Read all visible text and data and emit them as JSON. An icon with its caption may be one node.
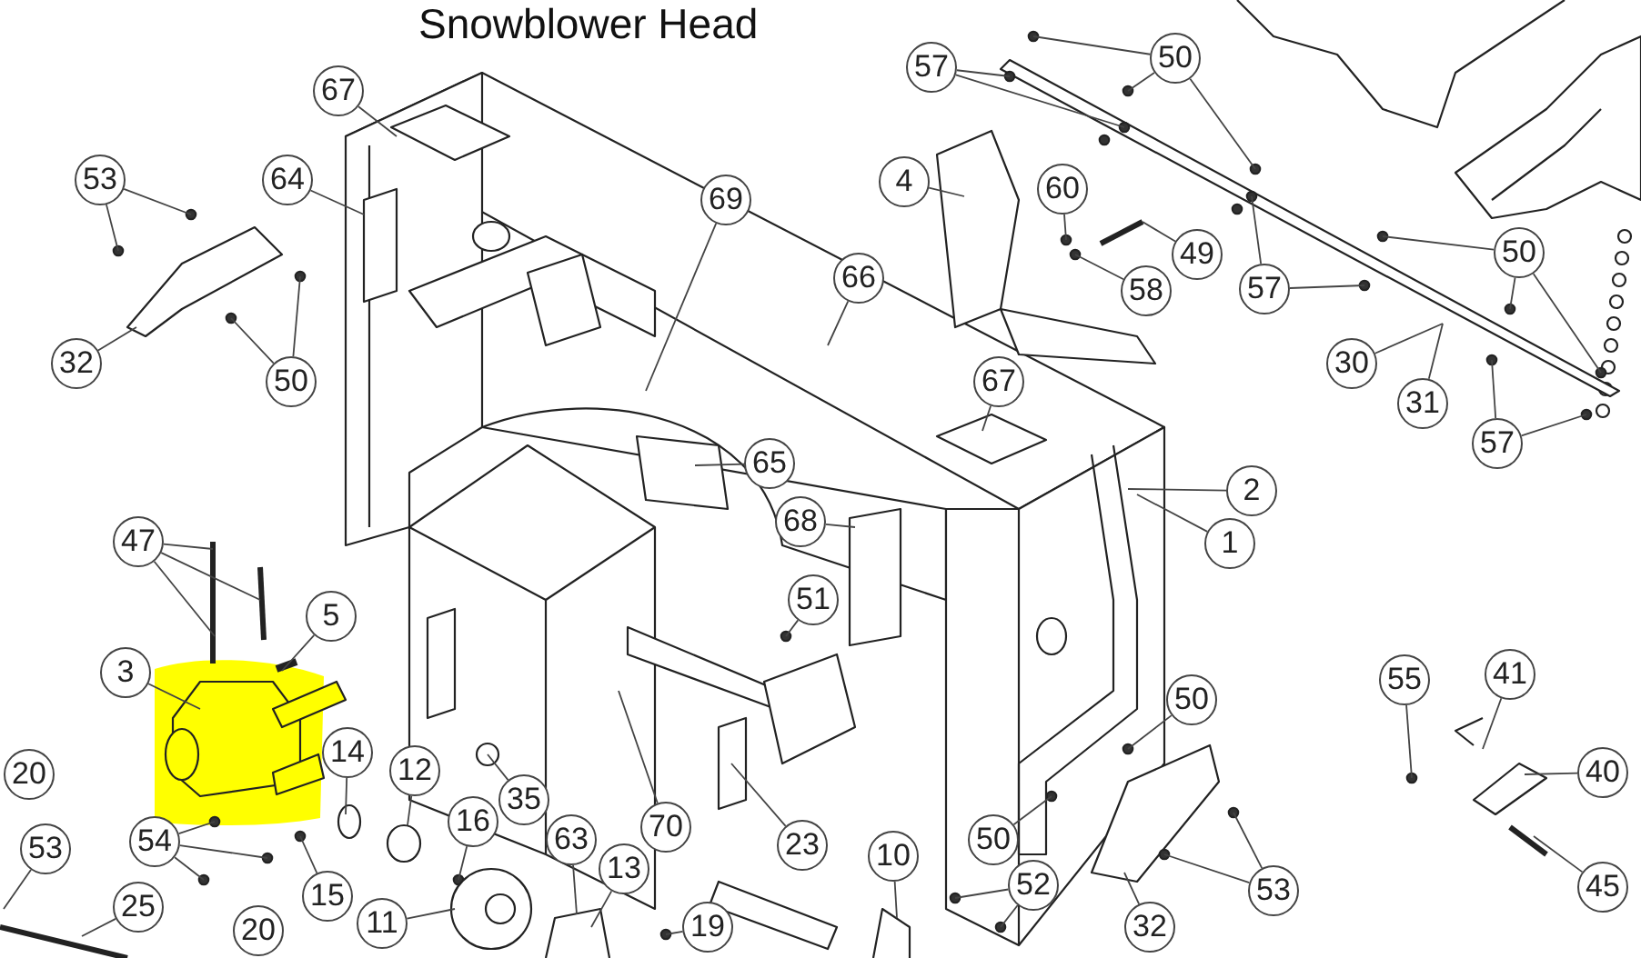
{
  "diagram": {
    "title": "Snowblower Head",
    "nodes": [
      {
        "text": [
          "67"
        ]
      },
      {
        "text": [
          "53"
        ]
      },
      {
        "text": [
          "64"
        ]
      },
      {
        "text": [
          "32"
        ]
      },
      {
        "text": [
          "50"
        ]
      },
      {
        "text": [
          "69"
        ]
      },
      {
        "text": [
          "66"
        ]
      },
      {
        "text": [
          "65"
        ]
      },
      {
        "text": [
          "57"
        ]
      },
      {
        "text": [
          "50"
        ]
      },
      {
        "text": [
          "4"
        ]
      },
      {
        "text": [
          "60"
        ]
      },
      {
        "text": [
          "49"
        ]
      },
      {
        "text": [
          "58"
        ]
      },
      {
        "text": [
          "57"
        ]
      },
      {
        "text": [
          "50"
        ]
      },
      {
        "text": [
          "30"
        ]
      },
      {
        "text": [
          "31"
        ]
      },
      {
        "text": [
          "57"
        ]
      },
      {
        "text": [
          "67"
        ]
      },
      {
        "text": [
          "2"
        ]
      },
      {
        "text": [
          "1"
        ]
      },
      {
        "text": [
          "68"
        ]
      },
      {
        "text": [
          "51"
        ]
      },
      {
        "text": [
          "47"
        ]
      },
      {
        "text": [
          "5"
        ]
      },
      {
        "text": [
          "3"
        ]
      },
      {
        "text": [
          "14"
        ]
      },
      {
        "text": [
          "12"
        ]
      },
      {
        "text": [
          "16"
        ]
      },
      {
        "text": [
          "11"
        ]
      },
      {
        "text": [
          "35"
        ]
      },
      {
        "text": [
          "63"
        ]
      },
      {
        "text": [
          "70"
        ]
      },
      {
        "text": [
          "23"
        ]
      },
      {
        "text": [
          "13"
        ]
      },
      {
        "text": [
          "19"
        ]
      },
      {
        "text": [
          "54"
        ]
      },
      {
        "text": [
          "15"
        ]
      },
      {
        "text": [
          "53"
        ]
      },
      {
        "text": [
          "20"
        ]
      },
      {
        "text": [
          "25"
        ]
      },
      {
        "text": [
          "20"
        ]
      },
      {
        "text": [
          "10"
        ]
      },
      {
        "text": [
          "52"
        ]
      },
      {
        "text": [
          "32"
        ]
      },
      {
        "text": [
          "53"
        ]
      },
      {
        "text": [
          "50"
        ]
      },
      {
        "text": [
          "50"
        ]
      },
      {
        "text": [
          "55"
        ]
      },
      {
        "text": [
          "41"
        ]
      },
      {
        "text": [
          "40"
        ]
      },
      {
        "text": [
          "45"
        ]
      }
    ],
    "edges": [
      {
        "from": 0,
        "to": null,
        "arrow": "none"
      },
      {
        "from": 1,
        "to": null,
        "arrow": "none"
      },
      {
        "from": 1,
        "to": null,
        "arrow": "none"
      },
      {
        "from": 2,
        "to": null,
        "arrow": "none"
      },
      {
        "from": 3,
        "to": null,
        "arrow": "none"
      },
      {
        "from": 4,
        "to": null,
        "arrow": "none"
      },
      {
        "from": 4,
        "to": null,
        "arrow": "none"
      },
      {
        "from": 5,
        "to": null,
        "arrow": "none"
      },
      {
        "from": 6,
        "to": null,
        "arrow": "none"
      },
      {
        "from": 7,
        "to": null,
        "arrow": "none"
      },
      {
        "from": 8,
        "to": null,
        "arrow": "none"
      },
      {
        "from": 8,
        "to": null,
        "arrow": "none"
      },
      {
        "from": 9,
        "to": null,
        "arrow": "none"
      },
      {
        "from": 9,
        "to": null,
        "arrow": "none"
      },
      {
        "from": 9,
        "to": null,
        "arrow": "none"
      },
      {
        "from": 10,
        "to": null,
        "arrow": "none"
      },
      {
        "from": 11,
        "to": null,
        "arrow": "none"
      },
      {
        "from": 12,
        "to": null,
        "arrow": "none"
      },
      {
        "from": 13,
        "to": null,
        "arrow": "none"
      },
      {
        "from": 14,
        "to": null,
        "arrow": "none"
      },
      {
        "from": 14,
        "to": null,
        "arrow": "none"
      },
      {
        "from": 15,
        "to": null,
        "arrow": "none"
      },
      {
        "from": 15,
        "to": null,
        "arrow": "none"
      },
      {
        "from": 15,
        "to": null,
        "arrow": "none"
      },
      {
        "from": 16,
        "to": null,
        "arrow": "none"
      },
      {
        "from": 17,
        "to": null,
        "arrow": "none"
      },
      {
        "from": 18,
        "to": null,
        "arrow": "none"
      },
      {
        "from": 18,
        "to": null,
        "arrow": "none"
      },
      {
        "from": 19,
        "to": null,
        "arrow": "none"
      },
      {
        "from": 20,
        "to": null,
        "arrow": "none"
      },
      {
        "from": 21,
        "to": null,
        "arrow": "none"
      },
      {
        "from": 22,
        "to": null,
        "arrow": "none"
      },
      {
        "from": 23,
        "to": null,
        "arrow": "none"
      },
      {
        "from": 24,
        "to": null,
        "arrow": "none"
      },
      {
        "from": 24,
        "to": null,
        "arrow": "none"
      },
      {
        "from": 24,
        "to": null,
        "arrow": "none"
      },
      {
        "from": 25,
        "to": null,
        "arrow": "none"
      },
      {
        "from": 26,
        "to": null,
        "arrow": "none"
      },
      {
        "from": 27,
        "to": null,
        "arrow": "none"
      },
      {
        "from": 28,
        "to": null,
        "arrow": "none"
      },
      {
        "from": 29,
        "to": null,
        "arrow": "none"
      },
      {
        "from": 30,
        "to": null,
        "arrow": "none"
      },
      {
        "from": 31,
        "to": null,
        "arrow": "none"
      },
      {
        "from": 32,
        "to": null,
        "arrow": "none"
      },
      {
        "from": 33,
        "to": null,
        "arrow": "none"
      },
      {
        "from": 34,
        "to": null,
        "arrow": "none"
      },
      {
        "from": 35,
        "to": null,
        "arrow": "none"
      },
      {
        "from": 36,
        "to": null,
        "arrow": "none"
      },
      {
        "from": 37,
        "to": null,
        "arrow": "none"
      },
      {
        "from": 37,
        "to": null,
        "arrow": "none"
      },
      {
        "from": 37,
        "to": null,
        "arrow": "none"
      },
      {
        "from": 38,
        "to": null,
        "arrow": "none"
      },
      {
        "from": 39,
        "to": null,
        "arrow": "none"
      },
      {
        "from": 41,
        "to": null,
        "arrow": "none"
      },
      {
        "from": 43,
        "to": null,
        "arrow": "none"
      },
      {
        "from": 44,
        "to": null,
        "arrow": "none"
      },
      {
        "from": 44,
        "to": null,
        "arrow": "none"
      },
      {
        "from": 45,
        "to": null,
        "arrow": "none"
      },
      {
        "from": 46,
        "to": null,
        "arrow": "none"
      },
      {
        "from": 46,
        "to": null,
        "arrow": "none"
      },
      {
        "from": 47,
        "to": null,
        "arrow": "none"
      },
      {
        "from": 48,
        "to": null,
        "arrow": "none"
      },
      {
        "from": 49,
        "to": null,
        "arrow": "none"
      },
      {
        "from": 50,
        "to": null,
        "arrow": "none"
      },
      {
        "from": 51,
        "to": null,
        "arrow": "none"
      },
      {
        "from": 52,
        "to": null,
        "arrow": "none"
      }
    ]
  }
}
